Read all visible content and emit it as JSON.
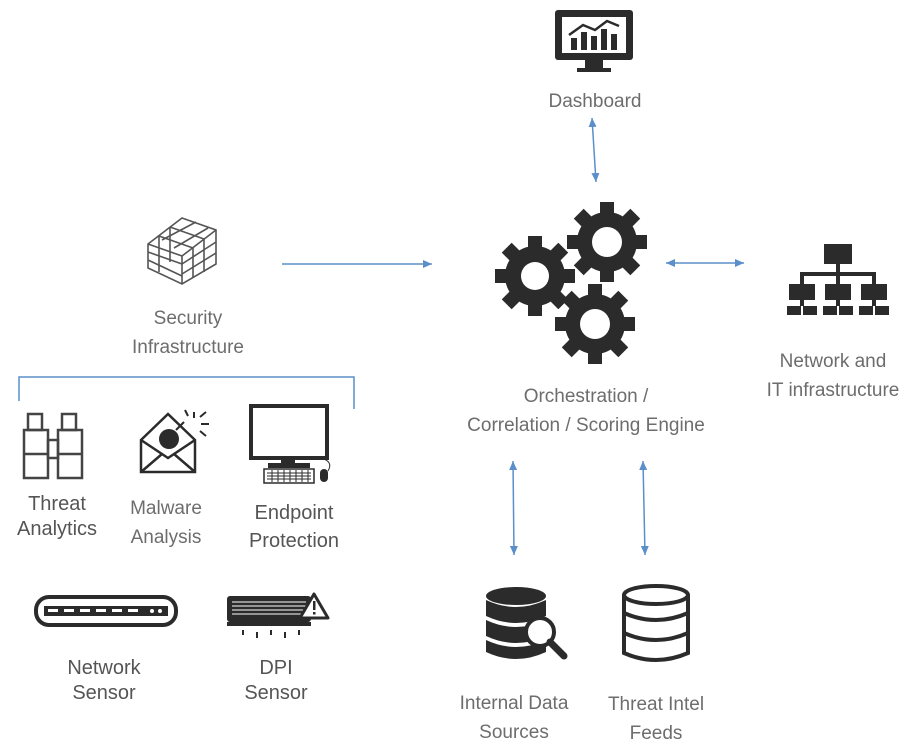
{
  "dashboard": {
    "line1": "Dashboard"
  },
  "security_infrastructure": {
    "line1": "Security",
    "line2": "Infrastructure"
  },
  "engine": {
    "line1": "Orchestration /",
    "line2": "Correlation / Scoring Engine"
  },
  "network_it": {
    "line1": "Network and",
    "line2": "IT infrastructure"
  },
  "threat_analytics": {
    "line1": "Threat",
    "line2": "Analytics"
  },
  "malware_analysis": {
    "line1": "Malware",
    "line2": "Analysis"
  },
  "endpoint_protection": {
    "line1": "Endpoint",
    "line2": "Protection"
  },
  "network_sensor": {
    "line1": "Network",
    "line2": "Sensor"
  },
  "dpi_sensor": {
    "line1": "DPI",
    "line2": "Sensor"
  },
  "internal_data": {
    "line1": "Internal Data",
    "line2": "Sources"
  },
  "threat_intel": {
    "line1": "Threat Intel",
    "line2": "Feeds"
  },
  "colors": {
    "arrow": "#5b8fc9",
    "icon": "#2b2b2b",
    "label": "#6d6d6d"
  }
}
